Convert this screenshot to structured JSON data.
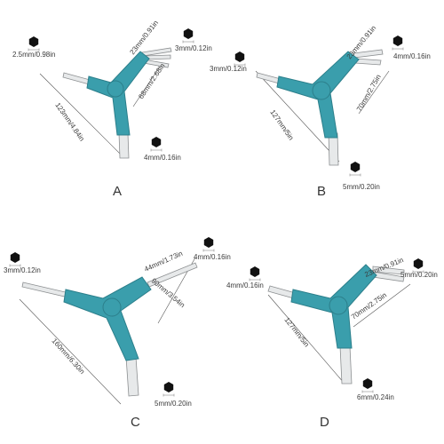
{
  "colors": {
    "handle": "#3a9eac",
    "handle_dark": "#2c7f8b",
    "shaft": "#e7e9ea",
    "hex": "#111111"
  },
  "variants": [
    {
      "letter": "A",
      "labels": {
        "left_tip": "2.5mm/0.98in",
        "top_len": "23mm/0.91in",
        "top_size": "3mm/0.12in",
        "side_len": "68mm/2.68in",
        "diag_len": "123mm/4.84in",
        "bottom_size": "4mm/0.16in"
      }
    },
    {
      "letter": "B",
      "labels": {
        "left_tip": "3mm/0.12in",
        "top_len": "23mm/0.91in",
        "top_size": "4mm/0.16in",
        "side_len": "70mm/2.75in",
        "diag_len": "127mm/5in",
        "bottom_size": "5mm/0.20in"
      }
    },
    {
      "letter": "C",
      "labels": {
        "left_tip": "3mm/0.12in",
        "top_len": "44mm/1.73in",
        "top_size": "4mm/0.16in",
        "side_len": "90mm/3.54in",
        "diag_len": "160mm/6.30in",
        "bottom_size": "5mm/0.20in"
      }
    },
    {
      "letter": "D",
      "labels": {
        "left_tip": "4mm/0.16in",
        "top_len": "23mm/0.91in",
        "top_size": "5mm/0.20in",
        "side_len": "70mm/2.75in",
        "diag_len": "127mm/5in",
        "bottom_size": "6mm/0.24in"
      }
    }
  ]
}
